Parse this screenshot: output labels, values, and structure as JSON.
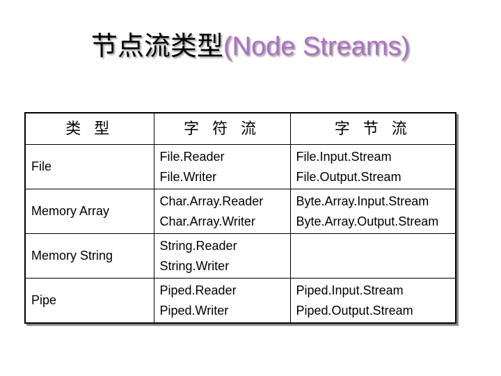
{
  "title": {
    "chinese": "节点流类型",
    "english": "(Node Streams)"
  },
  "colors": {
    "title_english": "#b06fc4",
    "border": "#000000",
    "shadow": "#8a8a8a"
  },
  "table": {
    "headers": [
      "类 型",
      "字 符 流",
      "字 节 流"
    ],
    "rows": [
      {
        "type": "File",
        "char": [
          "File.Reader",
          "File.Writer"
        ],
        "byte": [
          "File.Input.Stream",
          "File.Output.Stream"
        ]
      },
      {
        "type": "Memory Array",
        "char": [
          "Char.Array.Reader",
          "Char.Array.Writer"
        ],
        "byte": [
          "Byte.Array.Input.Stream",
          "Byte.Array.Output.Stream"
        ]
      },
      {
        "type": "Memory String",
        "char": [
          "String.Reader",
          "String.Writer"
        ],
        "byte": []
      },
      {
        "type": "Pipe",
        "char": [
          "Piped.Reader",
          "Piped.Writer"
        ],
        "byte": [
          "Piped.Input.Stream",
          "Piped.Output.Stream"
        ]
      }
    ]
  }
}
